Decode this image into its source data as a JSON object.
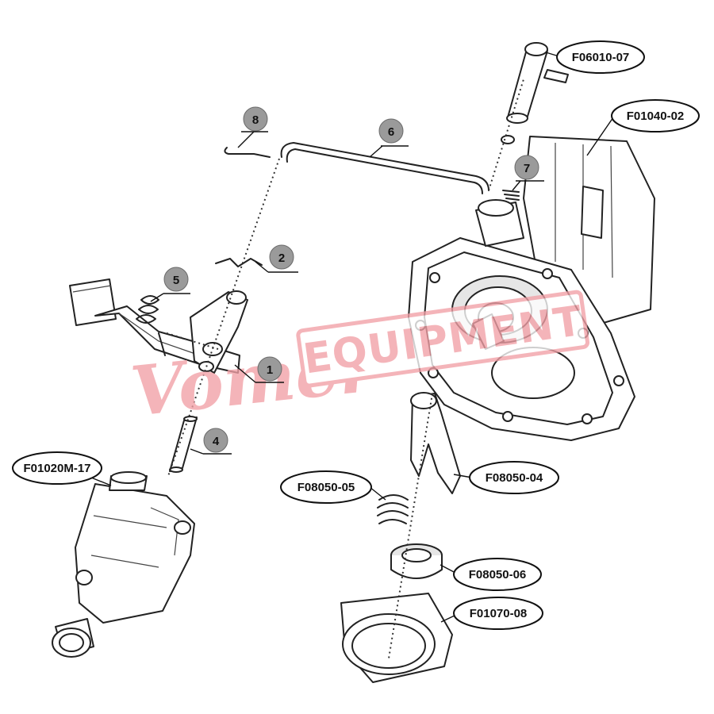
{
  "watermark": {
    "script": "Vomer",
    "block": "EQUIPMENT",
    "color": "#f2a0a6"
  },
  "part_callouts": [
    {
      "id": "F06010-07",
      "label": "F06010-07"
    },
    {
      "id": "F01040-02",
      "label": "F01040-02"
    },
    {
      "id": "F01020M-17",
      "label": "F01020M-17"
    },
    {
      "id": "F08050-05",
      "label": "F08050-05"
    },
    {
      "id": "F08050-04",
      "label": "F08050-04"
    },
    {
      "id": "F08050-06",
      "label": "F08050-06"
    },
    {
      "id": "F01070-08",
      "label": "F01070-08"
    }
  ],
  "item_numbers": [
    "1",
    "2",
    "4",
    "5",
    "6",
    "7",
    "8"
  ],
  "colors": {
    "line": "#222222",
    "badge": "#9a9a9a",
    "watermark": "#f2a0a6"
  }
}
